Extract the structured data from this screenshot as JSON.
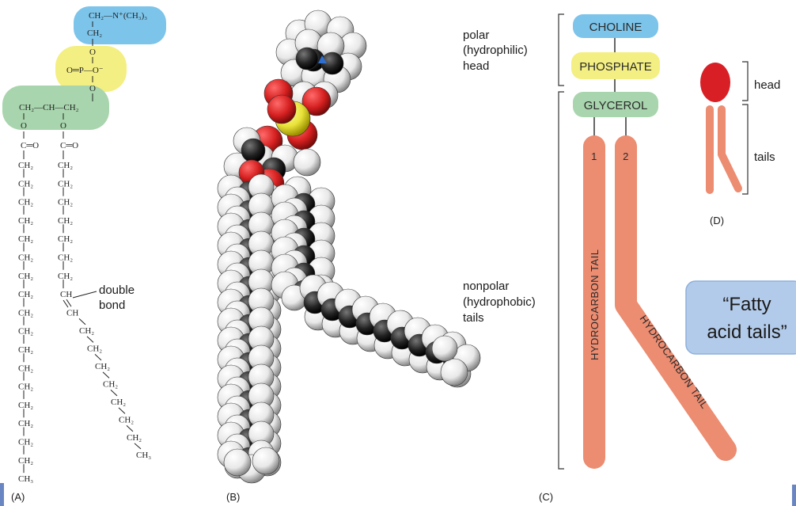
{
  "colors": {
    "choline": "#7cc4ea",
    "phosphate": "#f4ef82",
    "glycerol": "#a8d5ad",
    "tail": "#ec8c71",
    "head_red": "#d91f26",
    "note_bg": "#b3cbea",
    "note_border": "#8fb0db"
  },
  "panel_a": {
    "label": "(A)",
    "choline_group": "CH₂—N⁺(CH₃)₃",
    "choline_ch2": "CH₂",
    "o_top": "O",
    "phosphate_group": "O═P—O⁻",
    "o_bottom": "O",
    "glycerol_group": "CH₂—CH—CH₂",
    "ester_o1": "O",
    "ester_o2": "O",
    "carbonyl1": "C═O",
    "carbonyl2": "C═O",
    "ch2": "CH₂",
    "ch": "CH",
    "ch3": "CH₃",
    "double_bond_label_1": "double",
    "double_bond_label_2": "bond"
  },
  "panel_b": {
    "label": "(B)"
  },
  "panel_c": {
    "label": "(C)",
    "polar_label": [
      "polar",
      "(hydrophilic)",
      "head"
    ],
    "nonpolar_label": [
      "nonpolar",
      "(hydrophobic)",
      "tails"
    ],
    "choline": "CHOLINE",
    "phosphate": "PHOSPHATE",
    "glycerol": "GLYCEROL",
    "tail1_num": "1",
    "tail2_num": "2",
    "tail1_text": "HYDROCARBON TAIL",
    "tail2_text": "HYDROCARBON TAIL"
  },
  "panel_d": {
    "label": "(D)",
    "head": "head",
    "tails": "tails"
  },
  "note": {
    "line1": "“Fatty",
    "line2": "acid tails”"
  }
}
